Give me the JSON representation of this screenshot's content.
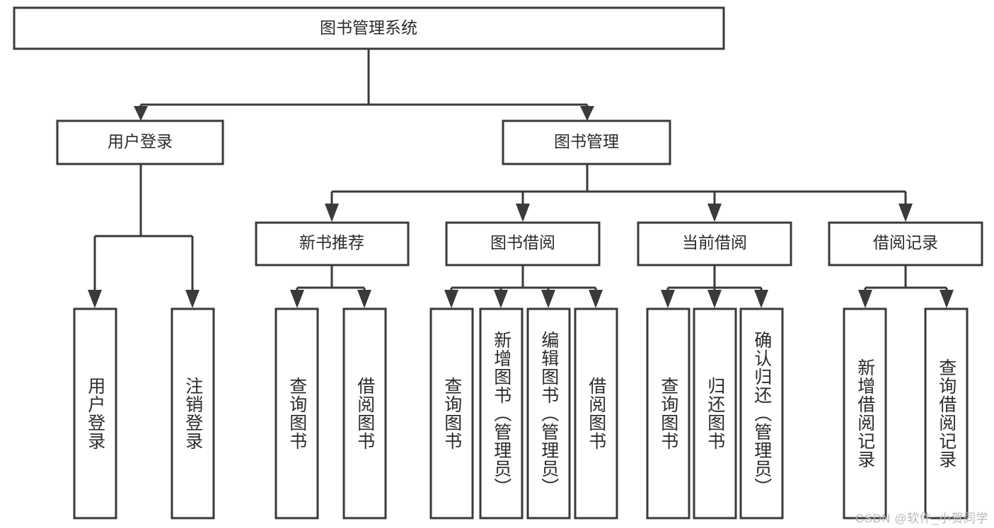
{
  "diagram": {
    "title": "图书管理系统",
    "type": "tree-hierarchy-diagram",
    "colors": {
      "box_stroke": "#3a3a3a",
      "box_fill": "#ffffff",
      "text": "#2b2b2b",
      "background": "#ffffff",
      "watermark": "#b9b9b9"
    },
    "root": {
      "label": "图书管理系统"
    },
    "level2": [
      {
        "label": "用户登录"
      },
      {
        "label": "图书管理"
      }
    ],
    "level3": [
      {
        "label": "新书推荐"
      },
      {
        "label": "图书借阅"
      },
      {
        "label": "当前借阅"
      },
      {
        "label": "借阅记录"
      }
    ],
    "leaves": {
      "user_login": [
        {
          "label": "用户登录"
        },
        {
          "label": "注销登录"
        }
      ],
      "new_book_recommend": [
        {
          "label": "查询图书"
        },
        {
          "label": "借阅图书"
        }
      ],
      "book_borrow": [
        {
          "label": "查询图书"
        },
        {
          "label": "新增图书（管理员）"
        },
        {
          "label": "编辑图书（管理员）"
        },
        {
          "label": "借阅图书"
        }
      ],
      "current_borrow": [
        {
          "label": "查询图书"
        },
        {
          "label": "归还图书"
        },
        {
          "label": "确认归还（管理员）"
        }
      ],
      "borrow_record": [
        {
          "label": "新增借阅记录"
        },
        {
          "label": "查询借阅记录"
        }
      ]
    }
  },
  "watermark": {
    "text": "CSDN @软件_小贺同学"
  }
}
